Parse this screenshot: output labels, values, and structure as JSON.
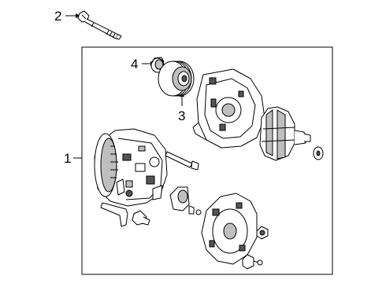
{
  "diagram": {
    "callouts": [
      {
        "id": "1",
        "label": "1"
      },
      {
        "id": "2",
        "label": "2"
      },
      {
        "id": "3",
        "label": "3"
      },
      {
        "id": "4",
        "label": "4"
      }
    ],
    "parts": [
      {
        "callout": "2",
        "name": "bolt"
      },
      {
        "callout": "4",
        "name": "pulley-cap"
      },
      {
        "callout": "3",
        "name": "pulley"
      },
      {
        "callout": "1",
        "name": "alternator-assembly"
      }
    ],
    "colors": {
      "line": "#000000",
      "background": "#ffffff",
      "fill": "#bfbfbf"
    }
  }
}
